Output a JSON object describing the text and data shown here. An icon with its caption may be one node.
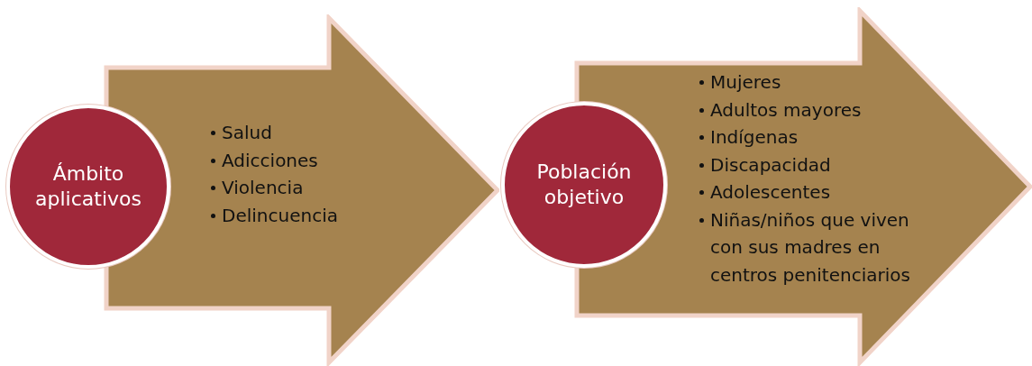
{
  "diagram": {
    "nodes": [
      {
        "text": [
          "Salud",
          "Adicciones",
          "Violencia",
          "Delincuencia"
        ]
      },
      {
        "text": [
          "Ámbito aplicativos"
        ]
      },
      {
        "text": [
          "Mujeres",
          "Adultos mayores",
          "Indígenas",
          "Discapacidad",
          "Adolescentes",
          "Niñas/niños que viven con sus madres en centros penitenciarios"
        ]
      },
      {
        "text": [
          "Población objetivo"
        ]
      }
    ]
  }
}
